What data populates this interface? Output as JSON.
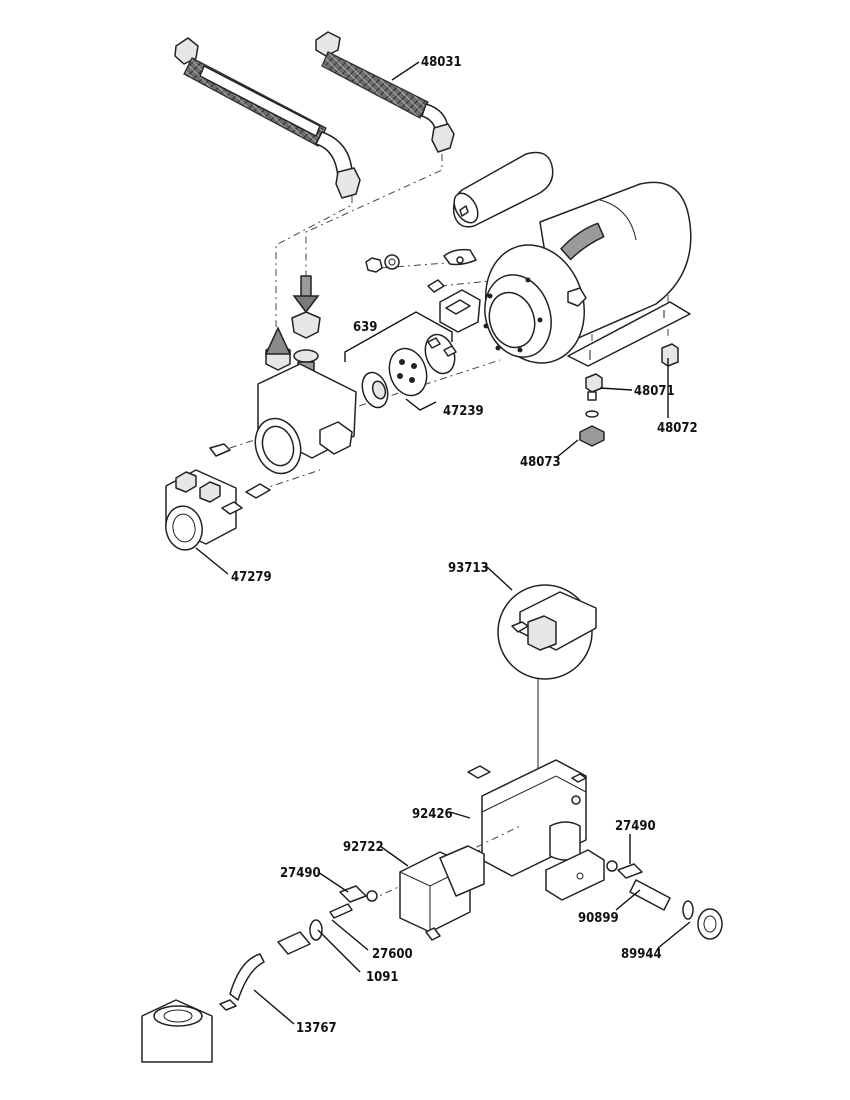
{
  "callouts": {
    "hose_right": "48031",
    "pump_group": "639",
    "coupling": "47239",
    "foot_a": "48071",
    "foot_b": "48072",
    "grommet": "48073",
    "pump_head": "47279",
    "valve_assembly": "93713",
    "fitting_small": "92426",
    "solenoid": "92722",
    "check_valve_left": "27490",
    "check_valve_right": "27490",
    "spring_left": "27600",
    "washer": "1091",
    "spring_right": "90899",
    "cap": "89944",
    "tube": "13767"
  }
}
